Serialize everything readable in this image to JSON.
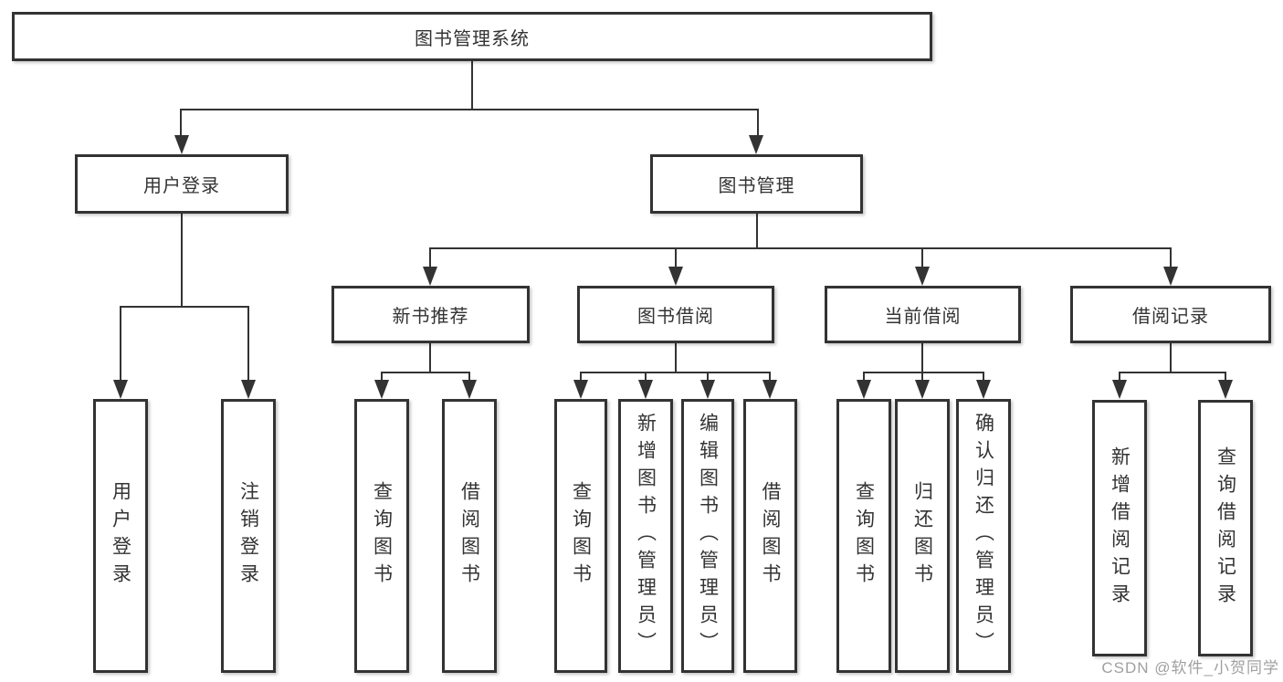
{
  "diagram": {
    "root": "图书管理系统",
    "level2": [
      "用户登录",
      "图书管理"
    ],
    "level3": [
      "新书推荐",
      "图书借阅",
      "当前借阅",
      "借阅记录"
    ],
    "user_login_children": [
      "用户登录",
      "注销登录"
    ],
    "new_book_children": [
      "查询图书",
      "借阅图书"
    ],
    "book_borrow_children": [
      "查询图书",
      "新增图书（管理员）",
      "编辑图书（管理员）",
      "借阅图书"
    ],
    "current_borrow_children": [
      "查询图书",
      "归还图书",
      "确认归还（管理员）"
    ],
    "borrow_record_children": [
      "新增借阅记录",
      "查询借阅记录"
    ]
  },
  "watermark": "CSDN @软件_小贺同学",
  "colors": {
    "line": "#333333",
    "text": "#333333",
    "background": "#ffffff",
    "watermark": "#a0a0a0"
  }
}
